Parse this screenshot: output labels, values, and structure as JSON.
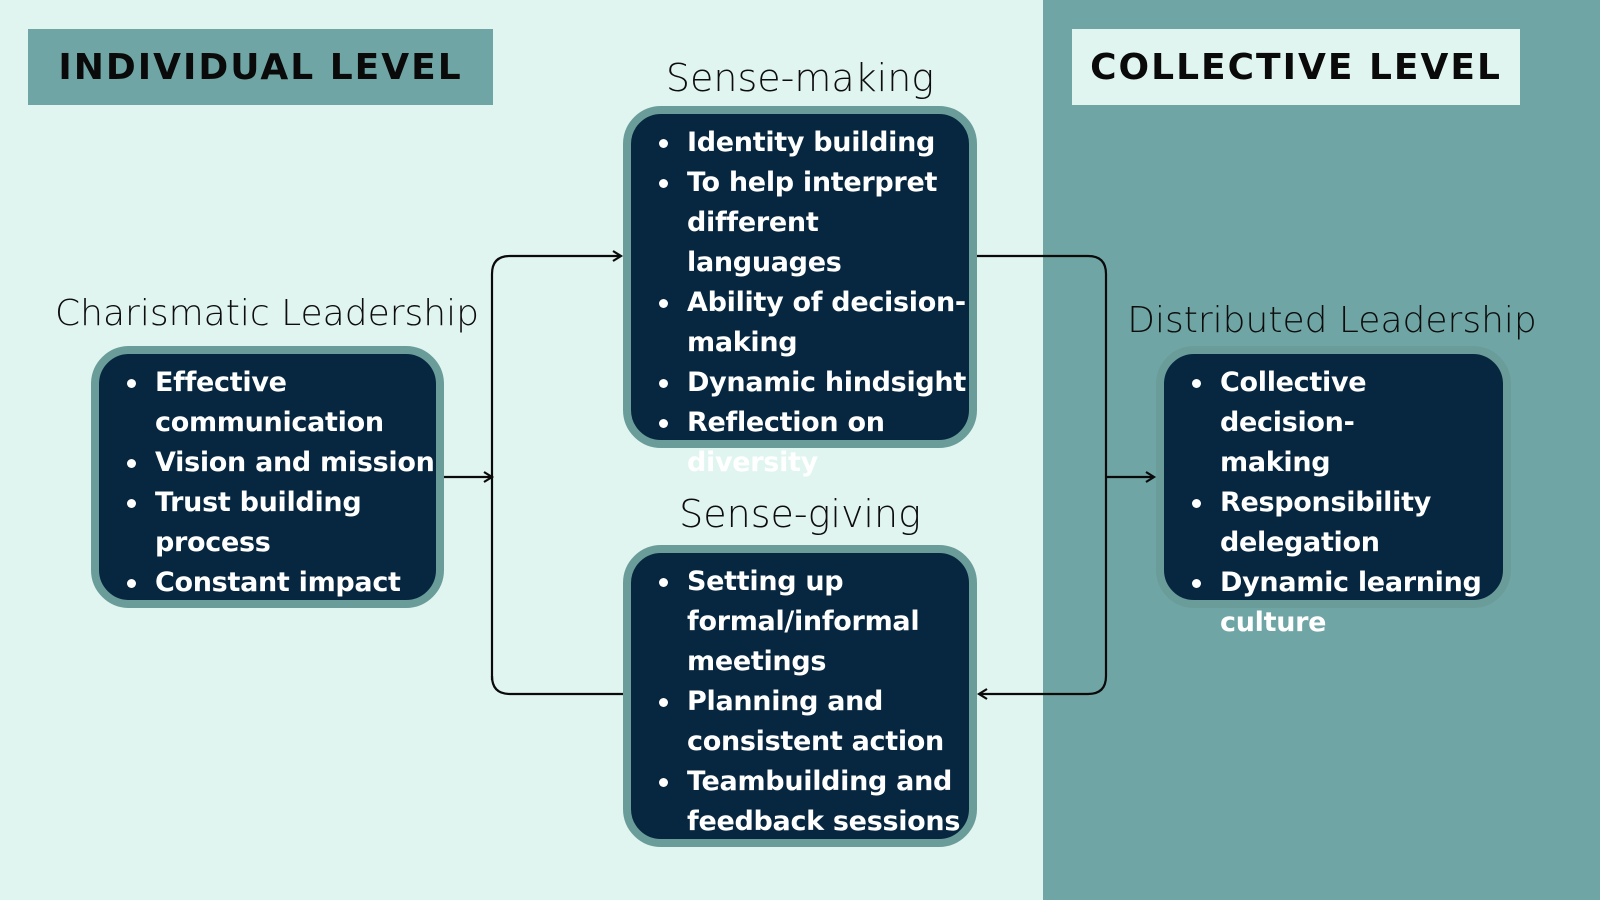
{
  "levels": {
    "individual": "INDIVIDUAL LEVEL",
    "collective": "COLLECTIVE LEVEL"
  },
  "charismatic": {
    "title": "Charismatic Leadership",
    "items": [
      "Effective\ncommunication",
      "Vision and mission",
      "Trust building\nprocess",
      "Constant impact"
    ]
  },
  "sense_making": {
    "title": "Sense-making",
    "items": [
      "Identity building",
      "To help interpret\ndifferent languages",
      "Ability of decision-\nmaking",
      "Dynamic hindsight",
      "Reflection on\ndiversity"
    ]
  },
  "sense_giving": {
    "title": "Sense-giving",
    "items": [
      "Setting up\nformal/informal\nmeetings",
      "Planning and\nconsistent action",
      "Teambuilding and\nfeedback sessions"
    ]
  },
  "distributed": {
    "title": "Distributed Leadership",
    "items": [
      "Collective decision-\nmaking",
      "Responsibility\ndelegation",
      "Dynamic learning\nculture"
    ]
  },
  "colors": {
    "background_light": "#e1f5f0",
    "panel_teal": "#6fa5a4",
    "box_navy": "#06273f",
    "box_border": "#6a9d9a"
  }
}
